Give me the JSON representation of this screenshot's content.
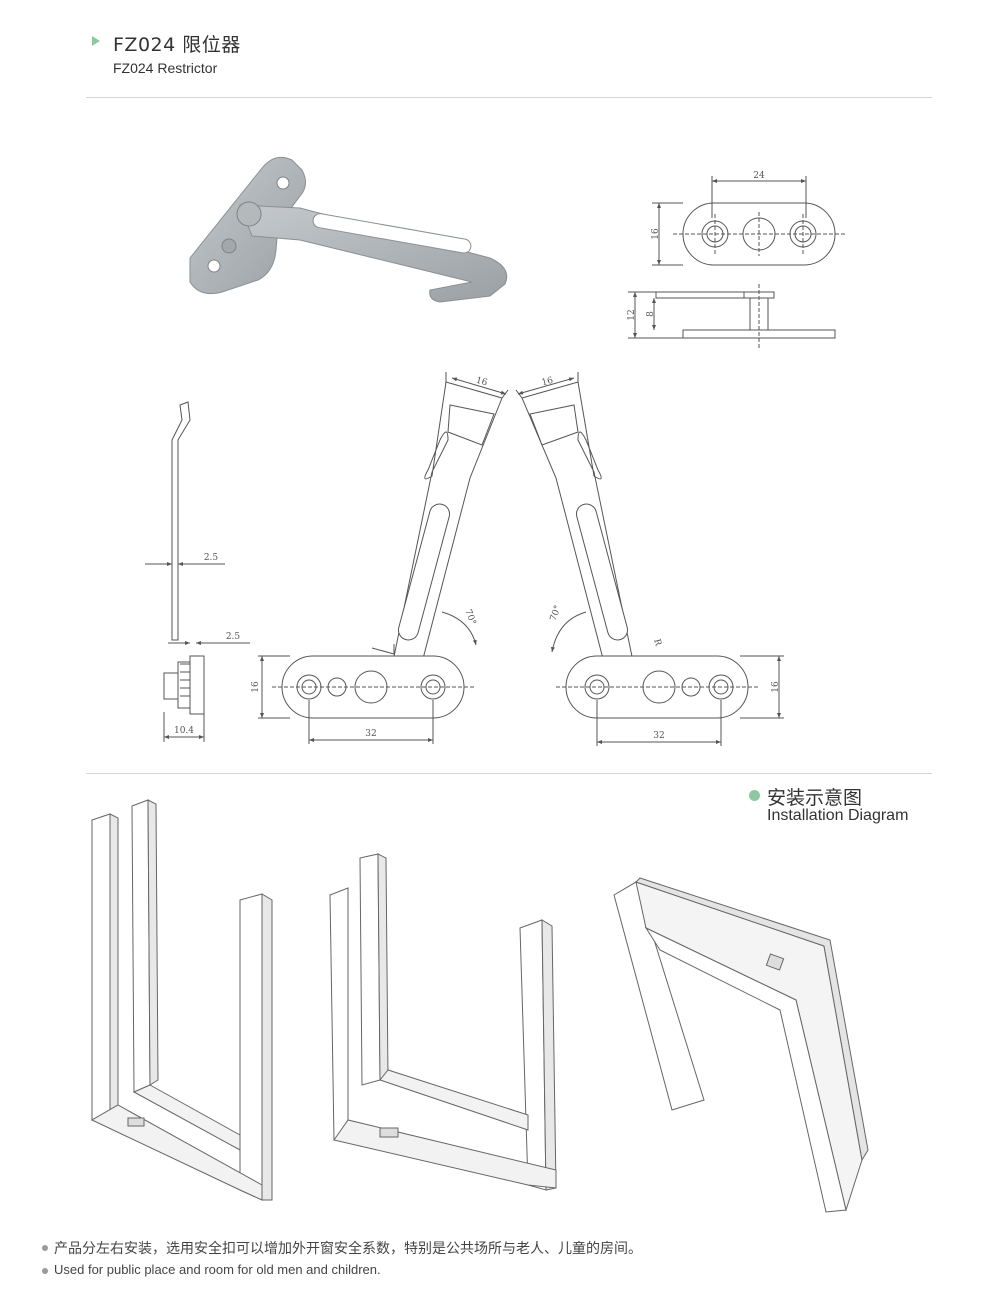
{
  "header": {
    "title_cn": "FZ024 限位器",
    "title_en": "FZ024 Restrictor"
  },
  "dimensions": {
    "top_width": "24",
    "top_height": "16",
    "side_total": "12",
    "side_inner": "8",
    "arm_width_left": "16",
    "arm_width_right": "16",
    "thickness_a": "2.5",
    "thickness_b": "2.5",
    "side_depth": "10.4",
    "base_height_left": "16",
    "base_height_right": "16",
    "base_span_left": "32",
    "base_span_right": "32",
    "angle_left": "70°",
    "angle_right": "70°",
    "mark_r": "R"
  },
  "installation": {
    "title_cn": "安装示意图",
    "title_en": "Installation Diagram"
  },
  "footer": {
    "note_cn": "产品分左右安装，选用安全扣可以增加外开窗安全系数，特别是公共场所与老人、儿童的房间。",
    "note_en": "Used for public place and room for old men and children."
  },
  "colors": {
    "accent": "#8cc9a3",
    "metal": "#a9aeb2",
    "line": "#555555"
  }
}
